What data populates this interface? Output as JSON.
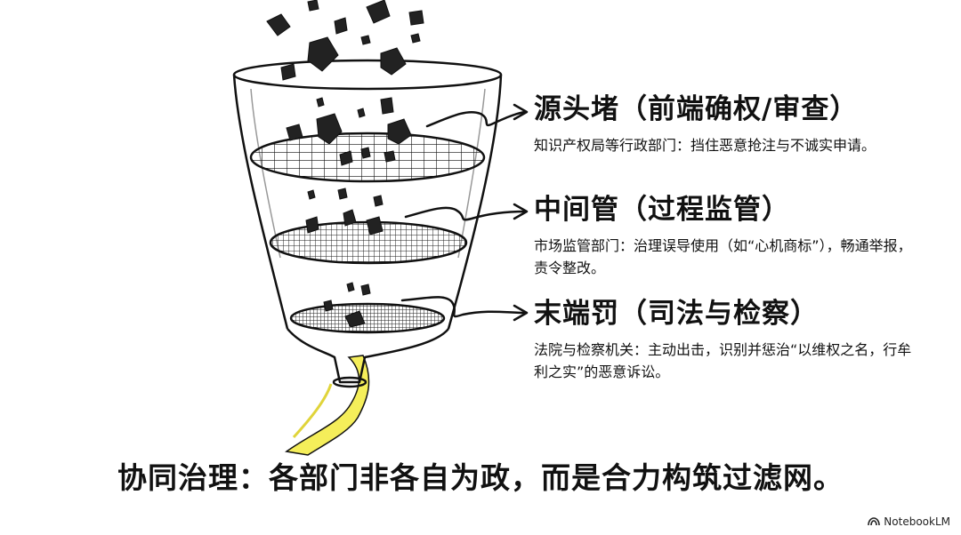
{
  "layers": [
    {
      "title": "源头堵（前端确权/审查）",
      "description": "知识产权局等行政部门：挡住恶意抢注与不诚实申请。"
    },
    {
      "title": "中间管（过程监管）",
      "description": "市场监管部门：治理误导使用（如“心机商标”），畅通举报，责令整改。"
    },
    {
      "title": "末端罚（司法与检察）",
      "description": "法院与检察机关：主动出击，识别并惩治“以维权之名，行牟利之实”的恶意诉讼。"
    }
  ],
  "summary": "协同治理：各部门非各自为政，而是合力构筑过滤网。",
  "brand": {
    "name": "NotebookLM",
    "icon": "notebooklm-logo-icon"
  },
  "colors": {
    "ink": "#111111",
    "stream": "#f5ee5a",
    "background": "#ffffff"
  }
}
